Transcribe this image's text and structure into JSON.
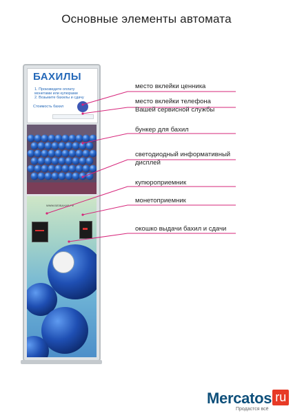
{
  "title": "Основные элементы автомата",
  "machine": {
    "brand": "БАХИЛЫ",
    "instructions": [
      "1. Произведите оплату",
      "монетами или купюрами",
      "2. Возьмите бахилы и сдачу"
    ],
    "price_label": "Стоимость бахил",
    "url": "WWW.БЕЗБАХИЛ.РФ"
  },
  "callouts": [
    {
      "id": "price-sticker",
      "text": "место вклейки ценника"
    },
    {
      "id": "phone-sticker",
      "text_line1": "место вклейки телефона",
      "text_line2": "Вашей сервисной службы"
    },
    {
      "id": "hopper",
      "text": "бункер для бахил"
    },
    {
      "id": "led-display",
      "text_line1": "светодиодный информативный",
      "text_line2": "дисплей"
    },
    {
      "id": "bill-acceptor",
      "text": "купюроприемник"
    },
    {
      "id": "coin-acceptor",
      "text": "монетоприемник"
    },
    {
      "id": "dispense-window",
      "text": "окошко выдачи бахил и сдачи"
    }
  ],
  "colors": {
    "line": "#d6247a",
    "brand": "#2468b8",
    "ball": "#2f6fd0",
    "ball_dark": "#173f8f",
    "watermark_ru": "#e73a26"
  },
  "watermark": {
    "name": "Mercatos",
    "tld": "ru",
    "tagline": "Продастся всё"
  }
}
